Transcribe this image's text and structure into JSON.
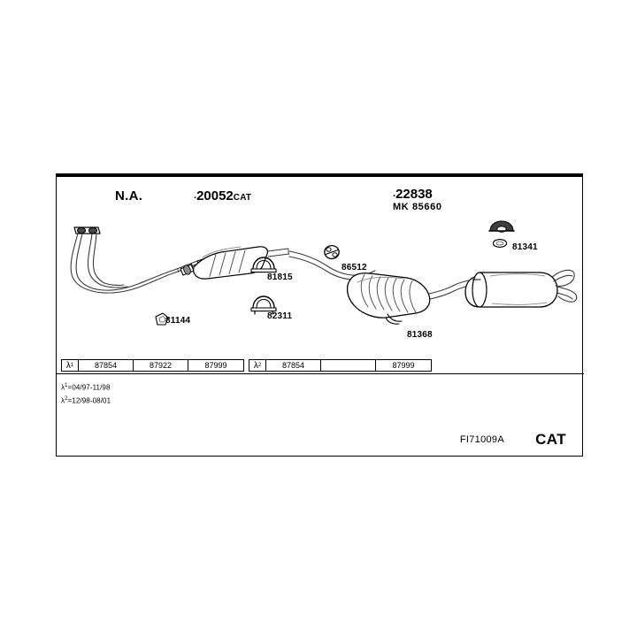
{
  "sheet": {
    "header": {
      "left_label": "N.A.",
      "middle": {
        "prefix": ".",
        "number": "20052",
        "suffix": "CAT"
      },
      "right": {
        "prefix": ".",
        "number": "22838",
        "mk": "MK 85660"
      }
    },
    "diagram": {
      "title": "exhaust-system-assembly",
      "callouts": [
        {
          "id": "81815",
          "label": "81815",
          "icon": "u-clamp-icon"
        },
        {
          "id": "82311",
          "label": "82311",
          "icon": "u-clamp-icon"
        },
        {
          "id": "81144",
          "label": "81144",
          "icon": "gasket-ring-icon"
        },
        {
          "id": "86512",
          "label": "86512",
          "icon": "rubber-hanger-icon"
        },
        {
          "id": "81368",
          "label": "81368",
          "icon": "rubber-hanger-icon"
        },
        {
          "id": "81341",
          "label": "81341",
          "icon": "rubber-mount-icon"
        }
      ],
      "components": [
        "front-pipe",
        "catalytic-converter",
        "centre-silencer",
        "rear-silencer",
        "tailpipe"
      ]
    },
    "table": {
      "groups": [
        {
          "marker": "λ",
          "marker_sup": "1",
          "cells": [
            "87854",
            "87922",
            "87999"
          ]
        },
        {
          "marker": "λ",
          "marker_sup": "2",
          "cells": [
            "87854",
            "",
            "87999"
          ]
        }
      ]
    },
    "notes": [
      {
        "marker": "λ",
        "sup": "1",
        "text": "=04/97-11/98"
      },
      {
        "marker": "λ",
        "sup": "2",
        "text": "=12/98-08/01"
      }
    ],
    "footer": {
      "code": "FI71009A",
      "badge": "CAT"
    }
  },
  "colors": {
    "ink": "#000000",
    "paper": "#ffffff",
    "line": "#3a3a3a"
  }
}
